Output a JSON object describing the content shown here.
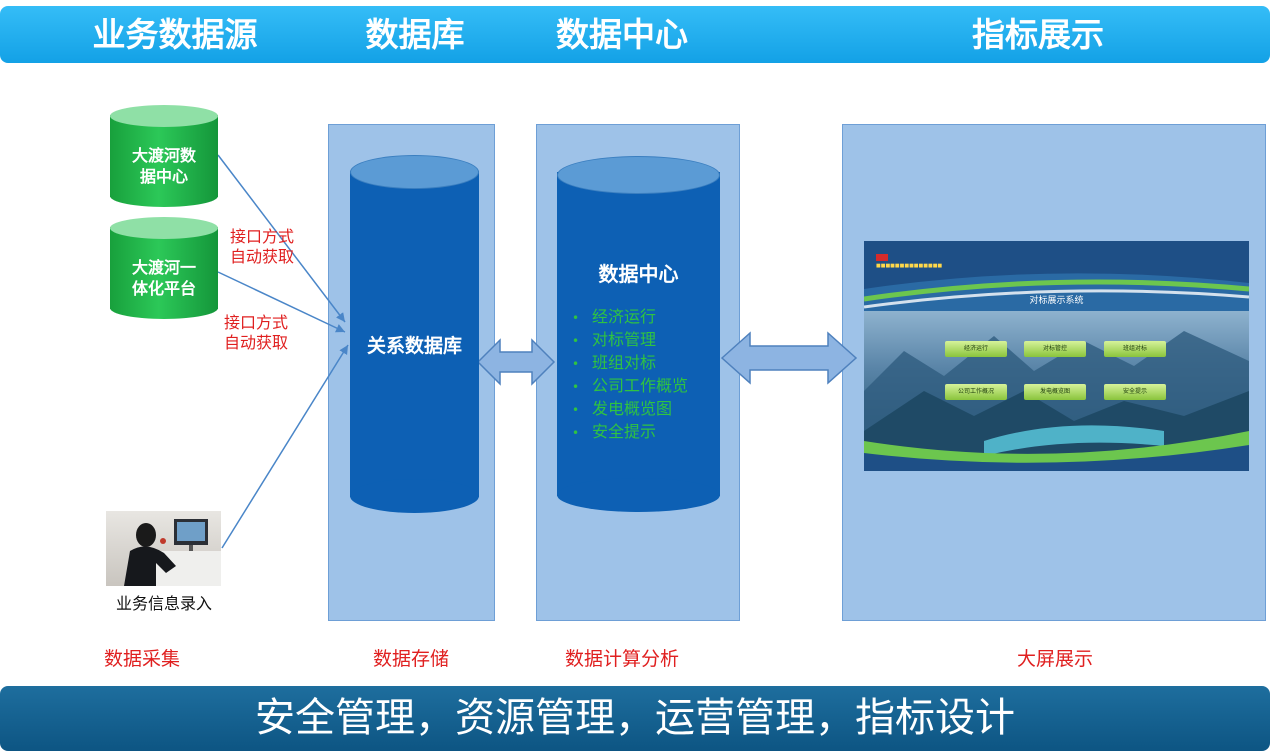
{
  "header": {
    "col1": "业务数据源",
    "col2": "数据库",
    "col3": "数据中心",
    "col4": "指标展示"
  },
  "sources": {
    "source1": "大渡河数据中心",
    "source1_line1": "大渡河数",
    "source1_line2": "据中心",
    "source2_line1": "大渡河一",
    "source2_line2": "体化平台",
    "manual_entry": "业务信息录入"
  },
  "interface_labels": {
    "label1_line1": "接口方式",
    "label1_line2": "自动获取",
    "label2_line1": "接口方式",
    "label2_line2": "自动获取"
  },
  "database": {
    "title": "关系数据库"
  },
  "data_center": {
    "title": "数据中心",
    "items": [
      "经济运行",
      "对标管理",
      "班组对标",
      "公司工作概览",
      "发电概览图",
      "安全提示"
    ]
  },
  "display_screen": {
    "system_title": "对标展示系统",
    "buttons": [
      "经济运行",
      "对标管控",
      "班组对标",
      "公司工作概况",
      "发电概览图",
      "安全提示"
    ]
  },
  "captions": {
    "c1": "数据采集",
    "c2": "数据存储",
    "c3": "数据计算分析",
    "c4": "大屏展示"
  },
  "footer": {
    "text": "安全管理，资源管理，运营管理，指标设计"
  },
  "colors": {
    "header_bar": "#13a1e6",
    "footer_bar": "#0d5583",
    "panel": "#9ec2e8",
    "green_cylinder": "#2cc858",
    "blue_cylinder": "#0d60b4",
    "red_text": "#e02020",
    "list_text": "#2fc341"
  }
}
